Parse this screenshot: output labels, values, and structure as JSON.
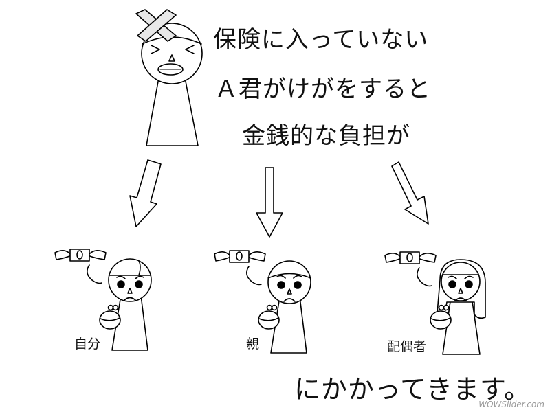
{
  "headline": {
    "line1": "保険に入っていない",
    "line2": "Ａ君がけがをすると",
    "line3": "金銭的な負担が"
  },
  "labels": {
    "self": "自分",
    "parent": "親",
    "spouse": "配偶者"
  },
  "footer": "にかかってきます。",
  "watermark": "WOWSlider.com",
  "icons": [
    "x-mark-icon",
    "down-arrow-icon",
    "flying-money-icon",
    "coin-purse-icon"
  ]
}
